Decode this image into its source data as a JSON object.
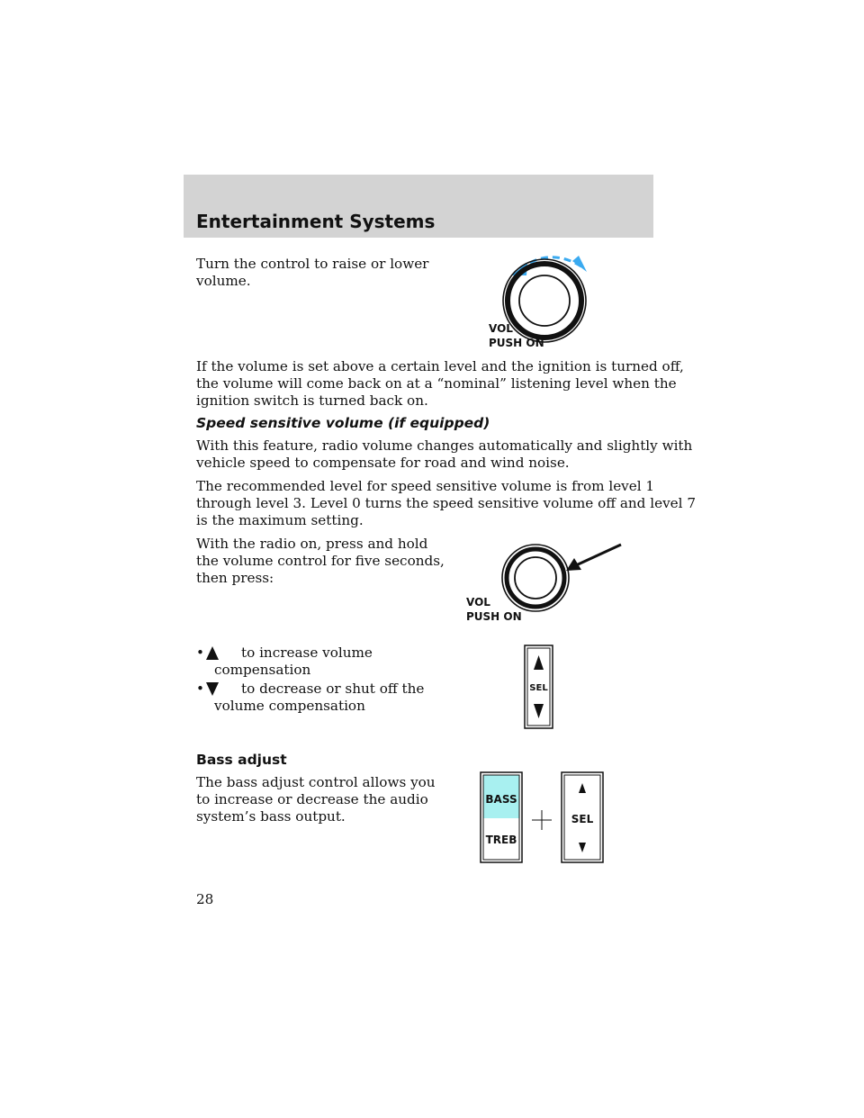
{
  "header": {
    "section_title": "Entertainment Systems"
  },
  "volume": {
    "intro": "Turn the control to raise or lower\nvolume.",
    "knob_label_1": "VOL",
    "knob_label_2": "PUSH ON",
    "nominal_text": "If the volume is set above a certain level and the ignition is turned off,\nthe volume will come back on at a “nominal” listening level when the\nignition switch is turned back on."
  },
  "speed_sensitive": {
    "heading": "Speed sensitive volume (if equipped)",
    "p1": "With this feature, radio volume changes automatically and slightly with\nvehicle speed to compensate for road and wind noise.",
    "p2": "The recommended level for speed sensitive volume is from level 1\nthrough level 3. Level 0 turns the speed sensitive volume off and level 7\nis the maximum setting.",
    "p3": "With the radio on, press and hold\nthe volume control for five seconds,\nthen press:",
    "knob_label_1": "VOL",
    "knob_label_2": "PUSH ON",
    "bullets": [
      {
        "dot": "•",
        "line1": "to increase volume",
        "line2": "compensation",
        "icon": "up-arrow-icon"
      },
      {
        "dot": "•",
        "line1": "to decrease or shut off the",
        "line2": "volume compensation",
        "icon": "down-arrow-icon"
      }
    ],
    "sel_label": "SEL"
  },
  "bass": {
    "heading": "Bass adjust",
    "text": "The bass adjust control allows you\nto increase or decrease the audio\nsystem’s bass output.",
    "bass_label": "BASS",
    "treb_label": "TREB",
    "sel_label": "SEL",
    "highlight_color": "#a8f0f0"
  },
  "footer": {
    "page_number": "28"
  }
}
